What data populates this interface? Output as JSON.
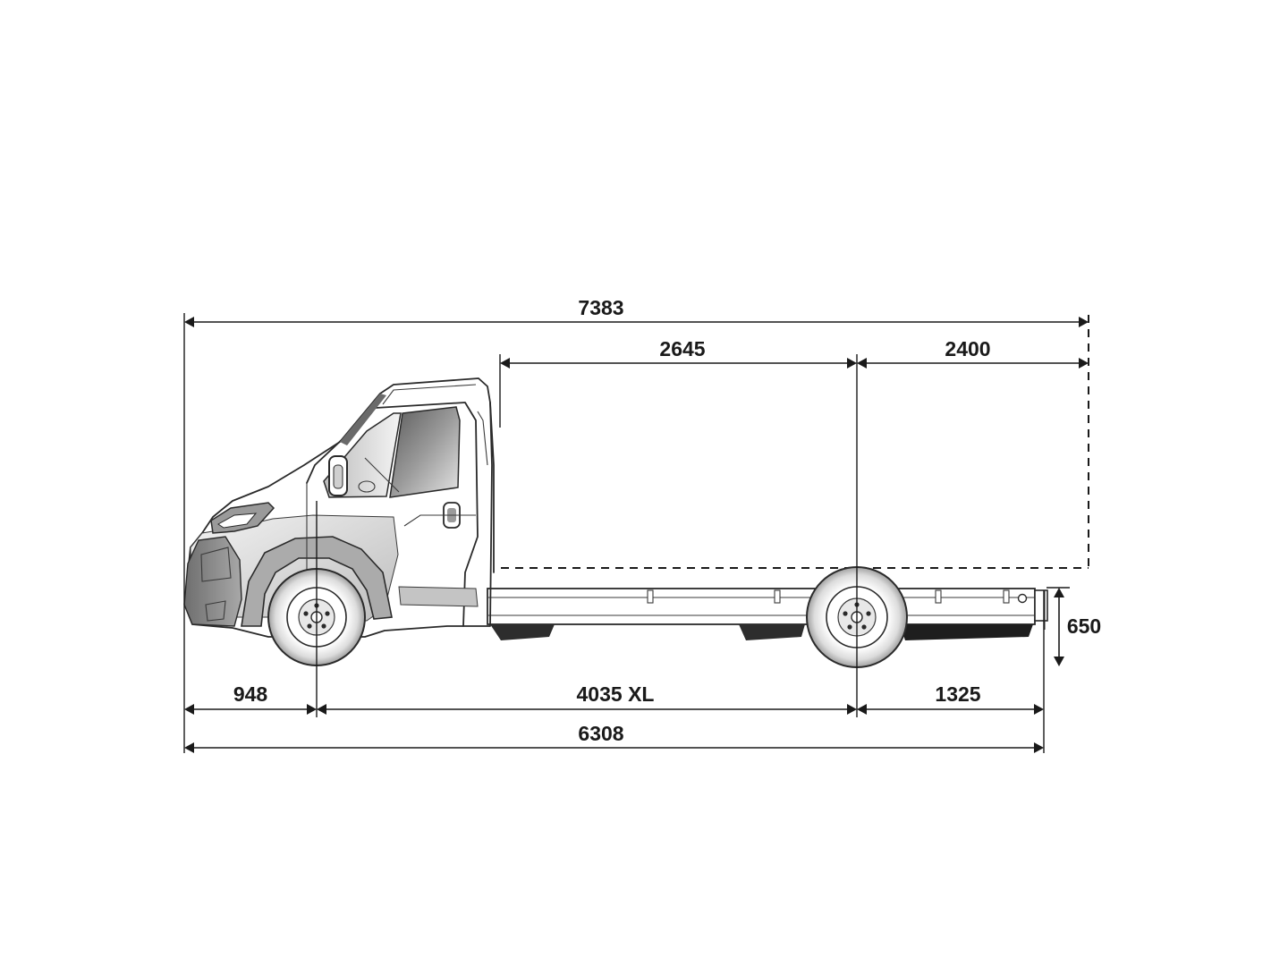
{
  "dimensions": {
    "overall_length": "7383",
    "body_length": "2645",
    "rear_length": "2400",
    "front_overhang": "948",
    "wheelbase": "4035 XL",
    "rear_overhang": "1325",
    "chassis_length": "6308",
    "frame_height": "650"
  },
  "colors": {
    "line": "#1a1a1a",
    "shade_dark": "#8a8a8a",
    "shade_light": "#d4d4d4",
    "background": "#ffffff"
  }
}
